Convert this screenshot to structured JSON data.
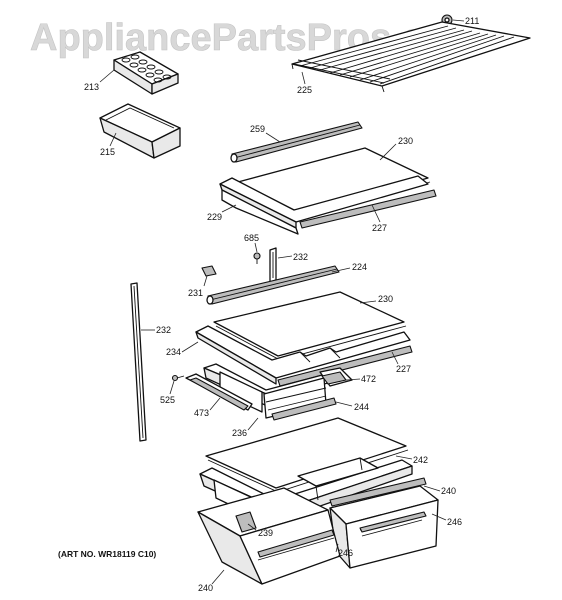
{
  "watermark": "AppliancePartsPros.com",
  "art_number": "(ART NO. WR18119 C10)",
  "part_labels": {
    "p211": "211",
    "p213": "213",
    "p215": "215",
    "p225": "225",
    "p259": "259",
    "p230a": "230",
    "p229": "229",
    "p227a": "227",
    "p685": "685",
    "p232a": "232",
    "p224": "224",
    "p231": "231",
    "p230b": "230",
    "p232b": "232",
    "p234": "234",
    "p227b": "227",
    "p472": "472",
    "p525": "525",
    "p473": "473",
    "p244": "244",
    "p236": "236",
    "p242": "242",
    "p240a": "240",
    "p246a": "246",
    "p239": "239",
    "p246b": "246",
    "p240b": "240"
  }
}
